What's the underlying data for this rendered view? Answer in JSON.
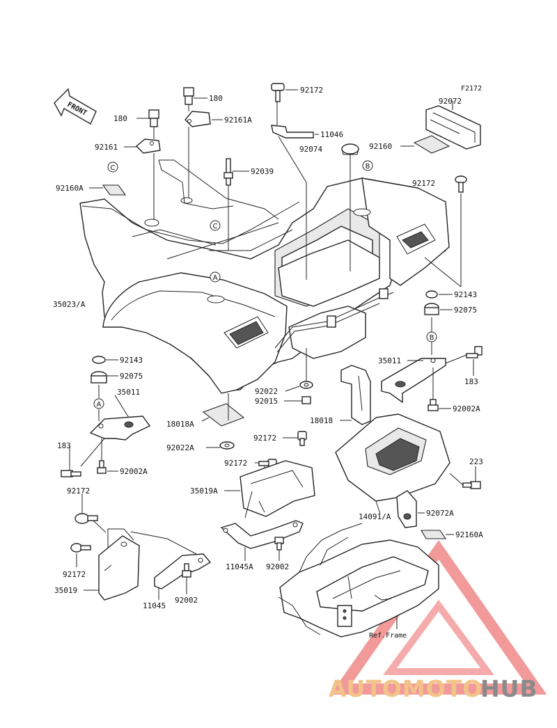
{
  "diagram_code": "F2172",
  "front_label": "FRONT",
  "reference_labels": [
    "A",
    "A",
    "B",
    "B",
    "C",
    "C"
  ],
  "ref_frame_label": "Ref.Frame",
  "watermark": {
    "text_auto": "AUTOMOTO",
    "text_hub": "HUB",
    "colors": {
      "auto": "#f2c48a",
      "hub": "#8a8a8a",
      "triangle": "#e84545"
    }
  },
  "parts": [
    "92172",
    "180",
    "11046",
    "92161A",
    "180",
    "92161",
    "92074",
    "92072",
    "92160",
    "92160A",
    "92039",
    "92172",
    "35023/A",
    "92143",
    "92075",
    "35011",
    "92143",
    "92075",
    "35011",
    "183",
    "92022",
    "92015",
    "18018",
    "92002A",
    "18018A",
    "92022A",
    "92172",
    "92172",
    "183",
    "92002A",
    "35019A",
    "223",
    "14091/A",
    "92072A",
    "92172",
    "92160A",
    "92172",
    "35019",
    "11045",
    "92002",
    "11045A",
    "92002"
  ]
}
